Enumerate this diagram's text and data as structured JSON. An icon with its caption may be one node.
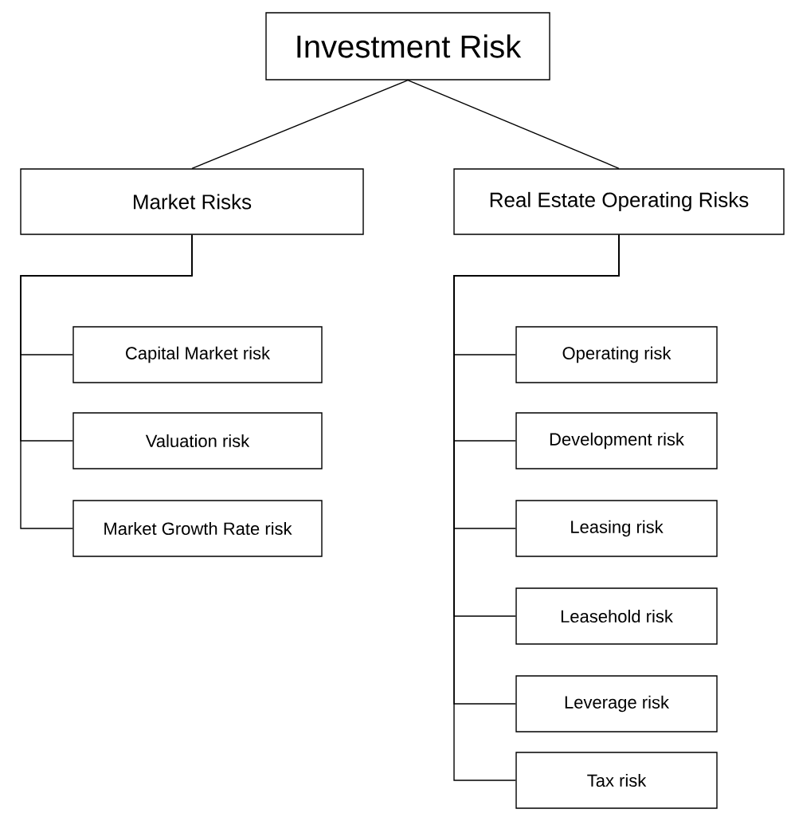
{
  "diagram": {
    "nodes": [
      {
        "text": [
          "Investment Risk"
        ]
      },
      {
        "text": [
          "Market Risks"
        ]
      },
      {
        "text": [
          "Real Estate Operating Risks"
        ]
      },
      {
        "text": [
          "Capital Market risk"
        ]
      },
      {
        "text": [
          "Valuation risk"
        ]
      },
      {
        "text": [
          "Market Growth Rate risk"
        ]
      },
      {
        "text": [
          "Operating risk"
        ]
      },
      {
        "text": [
          "Development risk"
        ]
      },
      {
        "text": [
          "Leasing risk"
        ]
      },
      {
        "text": [
          "Leasehold risk"
        ]
      },
      {
        "text": [
          "Leverage risk"
        ]
      },
      {
        "text": [
          "Tax risk"
        ]
      }
    ],
    "edges": [
      {
        "from": 0,
        "to": 1,
        "arrow": "none"
      },
      {
        "from": 0,
        "to": 2,
        "arrow": "none"
      },
      {
        "from": 1,
        "to": 3,
        "arrow": "none"
      },
      {
        "from": 1,
        "to": 4,
        "arrow": "none"
      },
      {
        "from": 1,
        "to": 5,
        "arrow": "none"
      },
      {
        "from": 2,
        "to": 6,
        "arrow": "none"
      },
      {
        "from": 2,
        "to": 7,
        "arrow": "none"
      },
      {
        "from": 2,
        "to": 8,
        "arrow": "none"
      },
      {
        "from": 2,
        "to": 9,
        "arrow": "none"
      },
      {
        "from": 2,
        "to": 10,
        "arrow": "none"
      },
      {
        "from": 2,
        "to": 11,
        "arrow": "none"
      }
    ]
  }
}
